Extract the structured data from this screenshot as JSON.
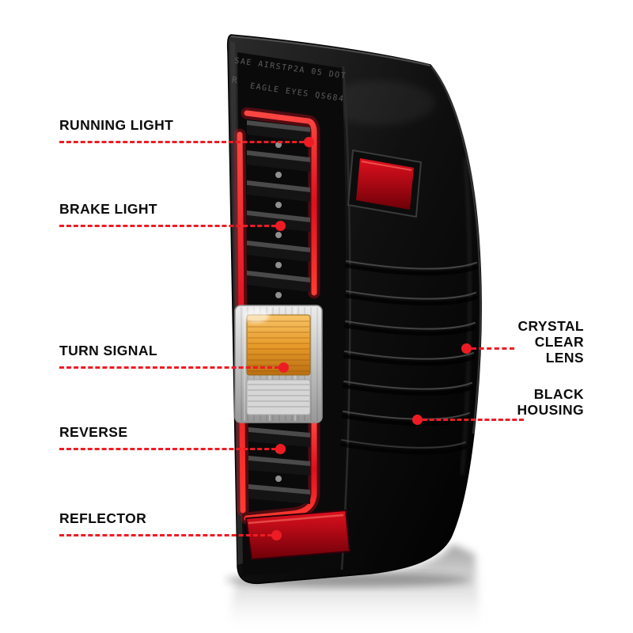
{
  "colors": {
    "accent": "#ed1c24",
    "amber": "#e89c2a",
    "reflector_red": "#c3131f",
    "housing_black": "#0a0a0a"
  },
  "callouts": {
    "left": [
      {
        "label": "RUNNING LIGHT"
      },
      {
        "label": "BRAKE LIGHT"
      },
      {
        "label": "TURN SIGNAL"
      },
      {
        "label": "REVERSE"
      },
      {
        "label": "REFLECTOR"
      }
    ],
    "right": [
      {
        "label": "CRYSTAL CLEAR LENS"
      },
      {
        "label": "BLACK HOUSING"
      }
    ]
  },
  "product": {
    "markings": {
      "line1": "SAE AIRSTP2A 05 DOT",
      "line2": "R",
      "line3": "EAGLE EYES QS684"
    }
  }
}
